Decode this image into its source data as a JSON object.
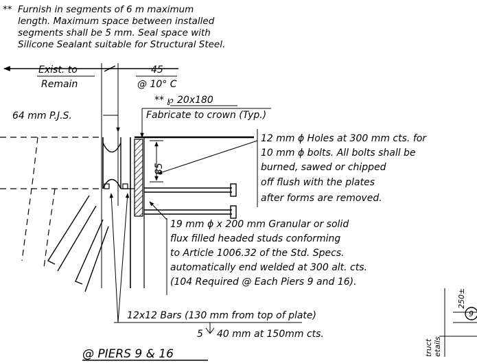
{
  "general_note": {
    "marker": "**",
    "lines": [
      "Furnish in segments of 6 m maximum",
      "length. Maximum space between installed",
      "segments shall be 5 mm. Seal space with",
      "Silicone Sealant suitable for Structural Steel."
    ]
  },
  "dims": {
    "exist_top": "Exist. to",
    "exist_bottom": "Remain",
    "gap_value": "45",
    "gap_temp": "@ 10° C",
    "plate_depth": "85"
  },
  "labels": {
    "pjs": "64 mm P.J.S.",
    "plate_marker": "**",
    "plate_symbol": "℘",
    "plate_size": "20x180",
    "fabricate": "Fabricate to crown (Typ.)",
    "holes_note": [
      "12 mm ϕ Holes at 300 mm cts. for",
      "10 mm ϕ bolts. All bolts shall be",
      "burned, sawed or chipped",
      "off flush with the plates",
      "after forms are removed."
    ],
    "studs_note": [
      "19 mm ϕ x 200 mm Granular or solid",
      "flux filled headed studs conforming",
      "to Article 1006.32 of the Std. Specs.",
      "automatically end welded at 300 alt. cts.",
      "(104 Required @ Each Piers 9 and 16)."
    ],
    "bars": "12x12 Bars (130 mm from top of plate)",
    "weld_size": "5",
    "weld_spacing": "40 mm at 150mm cts.",
    "title": "@ PIERS 9 & 16",
    "edge_dim": "250±",
    "edge_bubble": "9",
    "edge_side": [
      "truct",
      "etails"
    ]
  }
}
